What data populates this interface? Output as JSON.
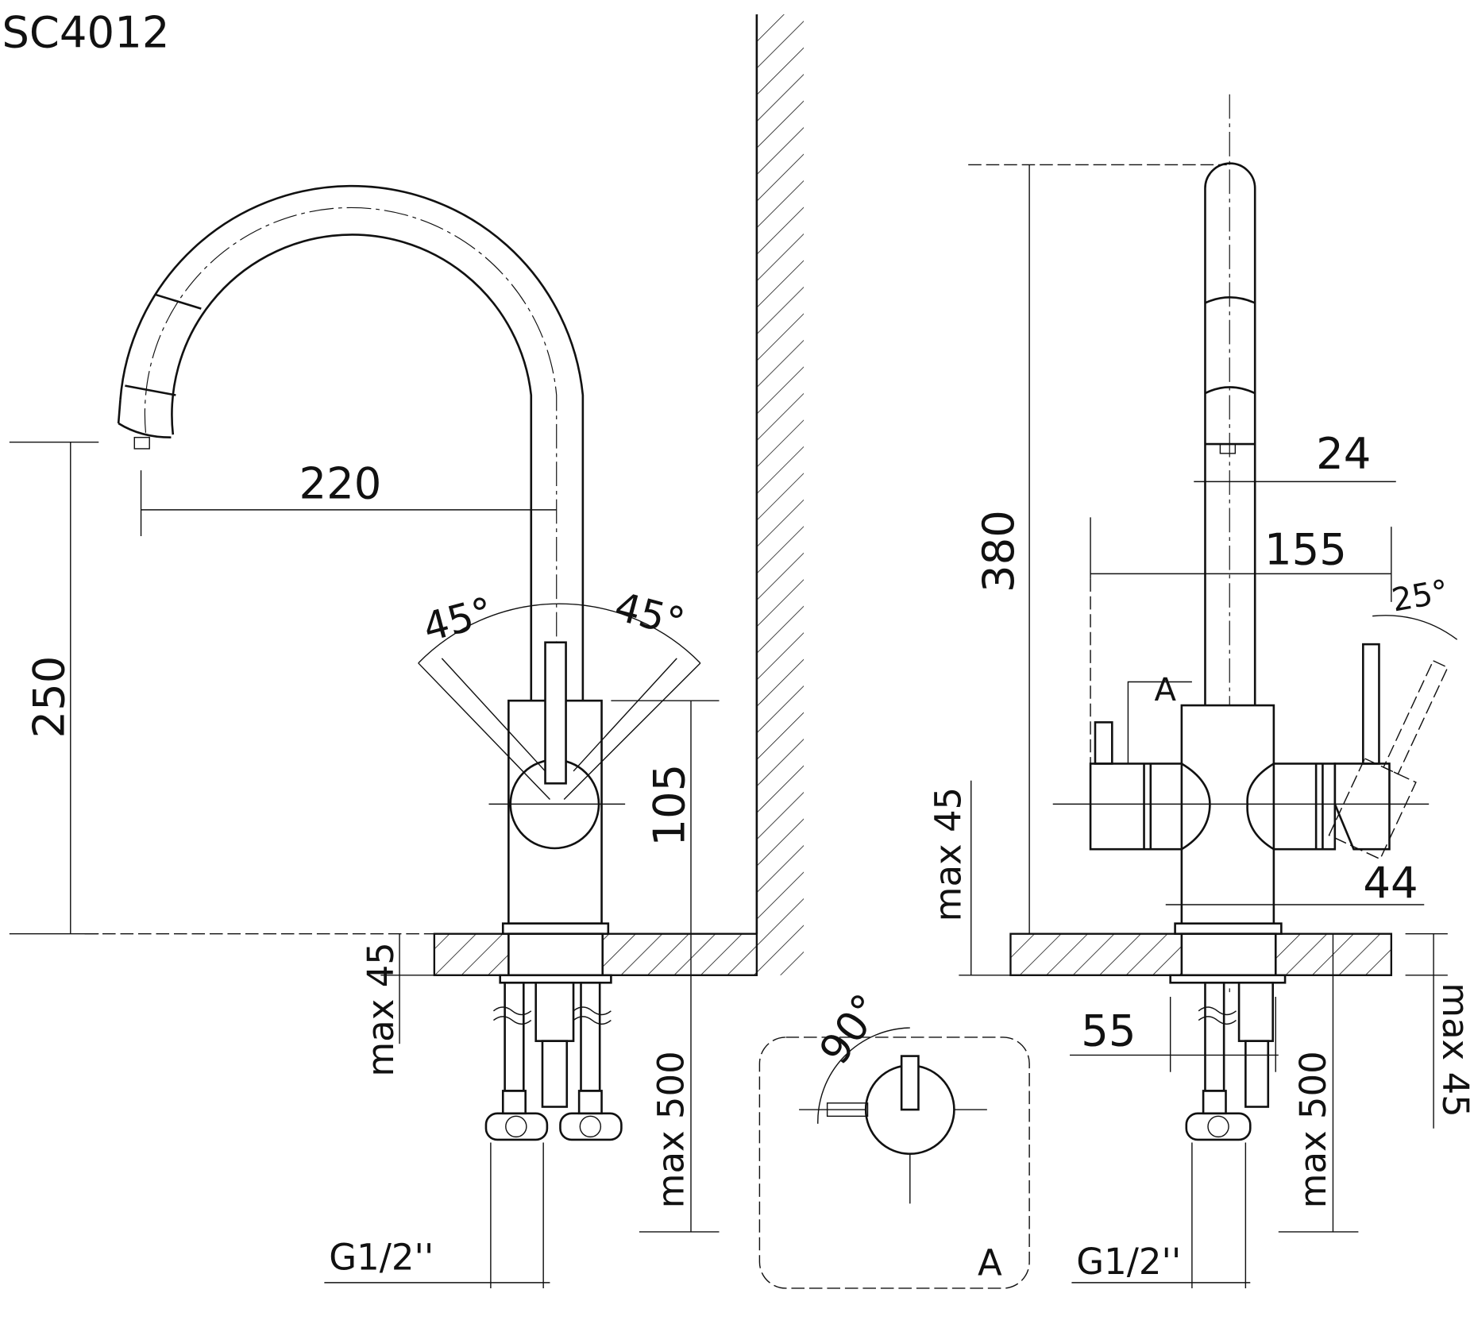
{
  "title": "SC4012",
  "front_view": {
    "reach": "220",
    "angle_left": "45°",
    "angle_right": "45°",
    "height": "250",
    "body_height": "105",
    "max_thickness": "max 45",
    "max_hose": "max 500",
    "thread": "G1/2''"
  },
  "detail_a": {
    "rotation": "90°",
    "label": "A"
  },
  "side_view": {
    "total_height": "380",
    "tube_diameter": "24",
    "width": "155",
    "lever_angle": "25°",
    "detail_label": "A",
    "body_diameter": "44",
    "max_thickness_left": "max 45",
    "base_diameter": "55",
    "max_hose": "max 500",
    "max_thickness_right": "max 45",
    "thread": "G1/2''"
  }
}
